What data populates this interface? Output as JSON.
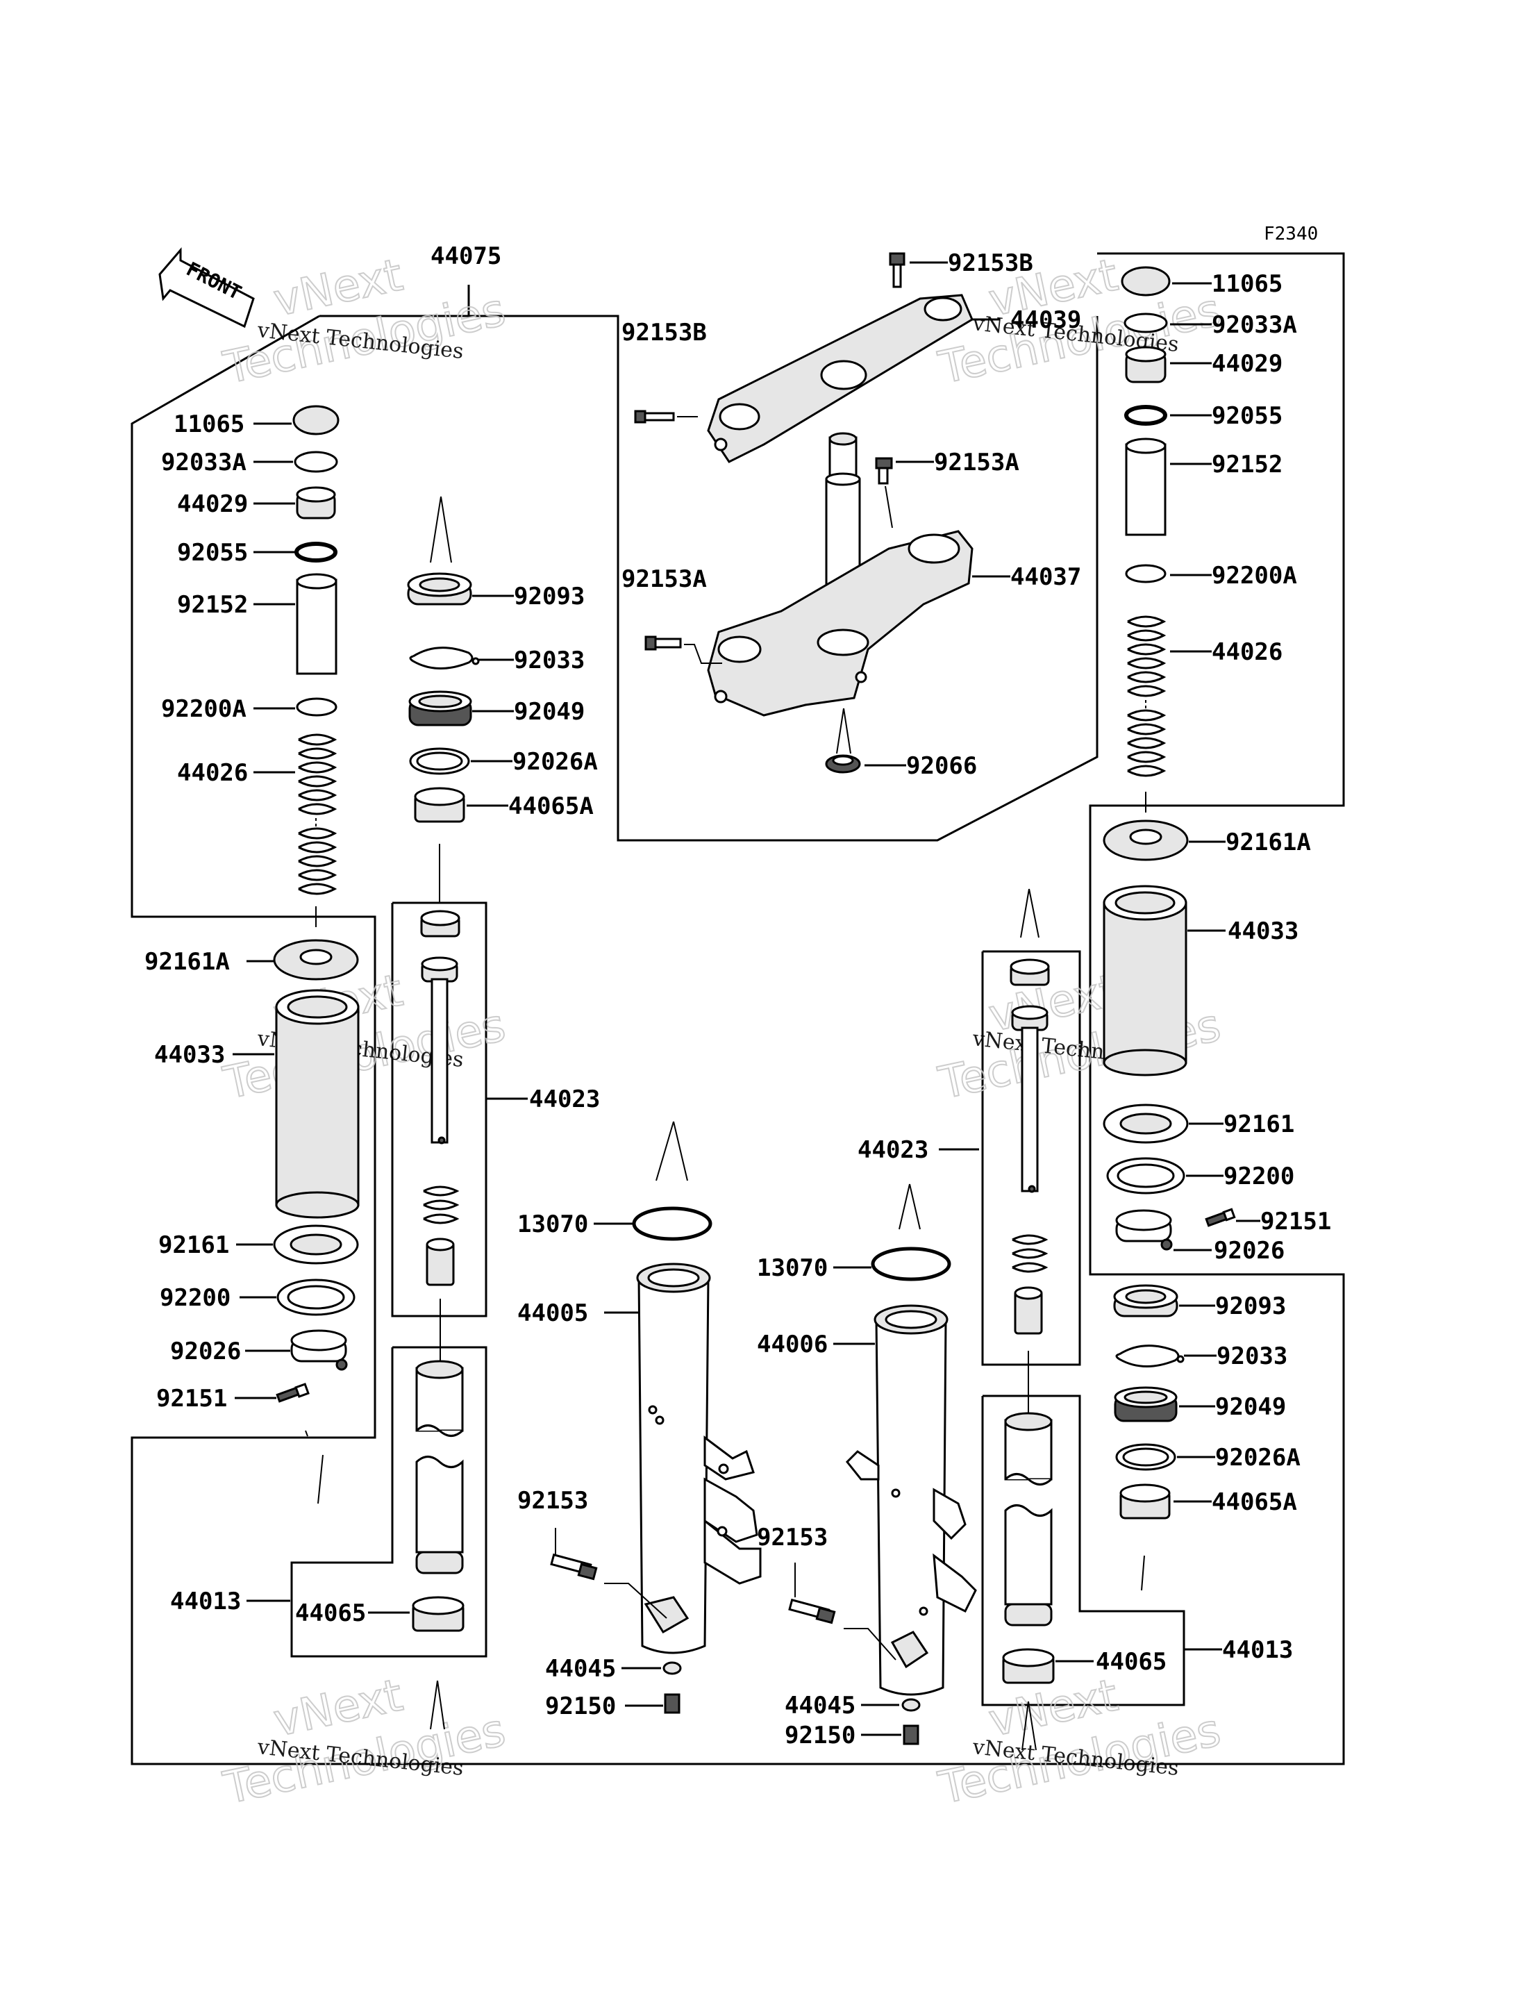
{
  "diagram_code": "F2340",
  "front_label": "FRONT",
  "watermark": {
    "brand": "vNext Technologies",
    "big_line1": "vNext",
    "big_line2": "Technologies"
  },
  "part_numbers": {
    "p44075": "44075",
    "p11065_l": "11065",
    "p92033A_l": "92033A",
    "p44029_l": "44029",
    "p92055_l": "92055",
    "p92152_l": "92152",
    "p92200A_l": "92200A",
    "p44026_l": "44026",
    "p92161A_l": "92161A",
    "p44033_l": "44033",
    "p92161_l": "92161",
    "p92200_l": "92200",
    "p92026_l": "92026",
    "p92151_l": "92151",
    "p44013_l": "44013",
    "p44065_l": "44065",
    "p92093_l": "92093",
    "p92033_l": "92033",
    "p92049_l": "92049",
    "p92026A_l": "92026A",
    "p44065A_l": "44065A",
    "p44023_l": "44023",
    "p13070_l": "13070",
    "p44005": "44005",
    "p92153_l": "92153",
    "p44045_l": "44045",
    "p92150_l": "92150",
    "p92153B_top": "92153B",
    "p92153B_left": "92153B",
    "p44039": "44039",
    "p92153A_r": "92153A",
    "p92153A_l": "92153A",
    "p44037": "44037",
    "p92066": "92066",
    "p13070_r": "13070",
    "p44006": "44006",
    "p92153_r": "92153",
    "p44045_r": "44045",
    "p92150_r": "92150",
    "p44023_r": "44023",
    "p11065_r": "11065",
    "p92033A_r": "92033A",
    "p44029_r": "44029",
    "p92055_r": "92055",
    "p92152_r": "92152",
    "p92200A_r": "92200A",
    "p44026_r": "44026",
    "p92161A_r": "92161A",
    "p44033_r": "44033",
    "p92161_r": "92161",
    "p92200_r": "92200",
    "p92151_r": "92151",
    "p92026_r": "92026",
    "p92093_r": "92093",
    "p92033_r": "92033",
    "p92049_r": "92049",
    "p92026A_r": "92026A",
    "p44065A_r": "44065A",
    "p44065_r": "44065",
    "p44013_r": "44013"
  }
}
